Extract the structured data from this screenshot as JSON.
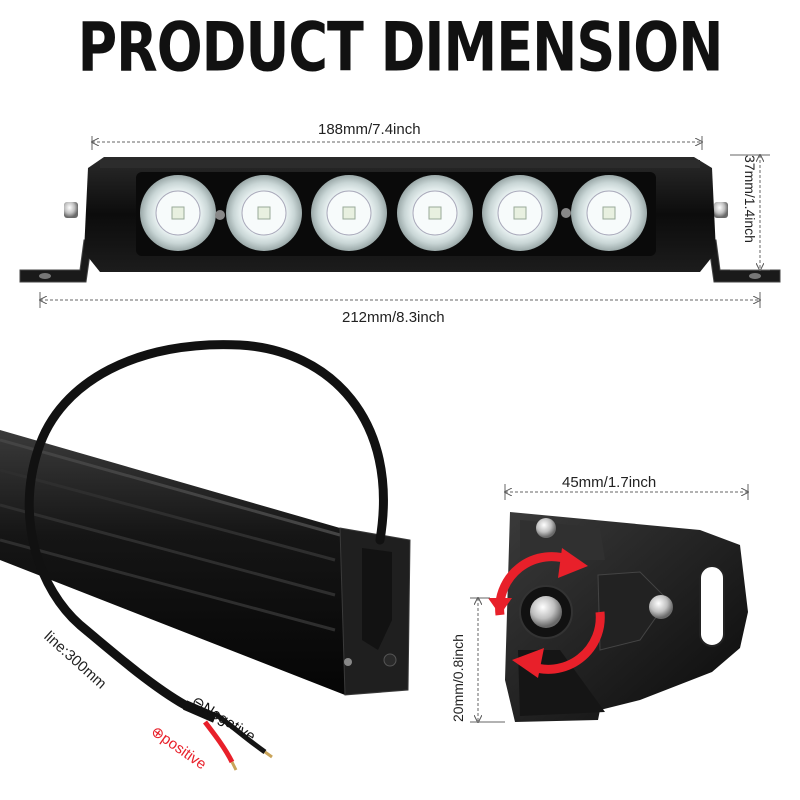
{
  "title": "PRODUCT DIMENSION",
  "dimensions": {
    "top_width": "188mm/7.4inch",
    "height": "37mm/1.4inch",
    "total_width": "212mm/8.3inch",
    "bracket_width": "45mm/1.7inch",
    "bracket_height": "20mm/0.8inch"
  },
  "wire": {
    "line_length": "line:300mm",
    "negative_symbol": "⊖",
    "negative_label": "Negative",
    "positive_symbol": "⊕",
    "positive_label": "positive"
  },
  "colors": {
    "housing": "#111111",
    "led_glow": "#e9f5f7",
    "rotate_arrow": "#e8202a",
    "positive": "#e8202a",
    "dimension_line": "#555555"
  },
  "led_count": 6
}
